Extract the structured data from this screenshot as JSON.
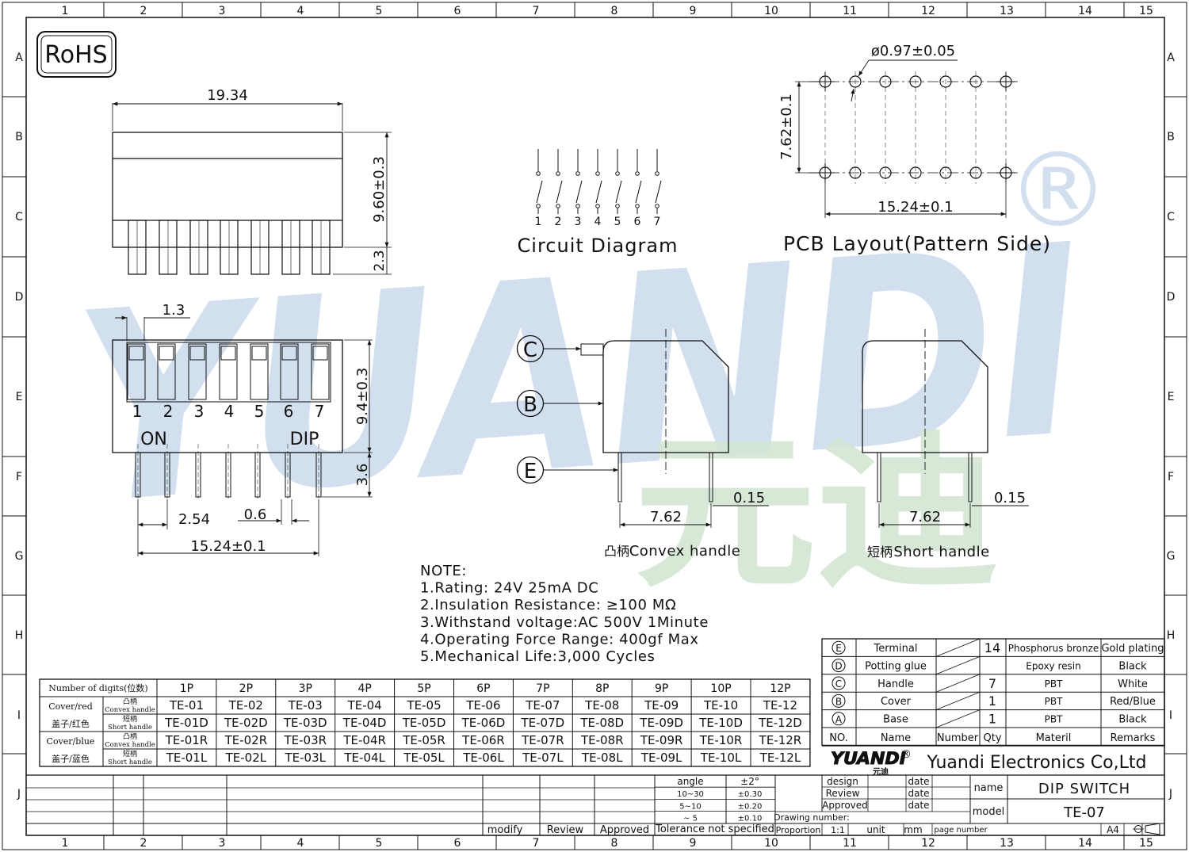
{
  "rohs": "RoHS",
  "registered_mark": "®",
  "watermark": {
    "brand": "YUANDI",
    "chinese": "元迪",
    "brand_color": "#2f6fb3",
    "accent_green": "#6fae3c"
  },
  "border": {
    "cols": [
      "1",
      "2",
      "3",
      "4",
      "5",
      "6",
      "7",
      "8",
      "9",
      "10",
      "11",
      "12",
      "13",
      "14",
      "15"
    ],
    "rows": [
      "A",
      "B",
      "C",
      "D",
      "E",
      "F",
      "G",
      "H",
      "I",
      "J"
    ]
  },
  "side_view": {
    "width": "19.34",
    "height": "9.60±0.3",
    "pin": "2.3"
  },
  "top_view": {
    "pitch_top": "1.3",
    "height": "9.4±0.3",
    "pin": "3.6",
    "pitch": "2.54",
    "pin_width": "0.6",
    "span": "15.24±0.1",
    "positions": [
      "1",
      "2",
      "3",
      "4",
      "5",
      "6",
      "7"
    ],
    "on": "ON",
    "dip": "DIP"
  },
  "circuit": {
    "title": "Circuit Diagram",
    "pins": [
      "1",
      "2",
      "3",
      "4",
      "5",
      "6",
      "7"
    ]
  },
  "pcb": {
    "hole": "ø0.97±0.05",
    "row_spacing": "7.62±0.1",
    "span": "15.24±0.1",
    "title": "PCB Layout(Pattern Side)"
  },
  "callouts": {
    "c": "C",
    "b": "B",
    "e": "E"
  },
  "convex": {
    "pitch": "7.62",
    "thickness": "0.15",
    "label_cn": "凸柄",
    "label_en": "Convex handle"
  },
  "short": {
    "pitch": "7.62",
    "thickness": "0.15",
    "label_cn": "短柄",
    "label_en": "Short handle"
  },
  "notes": [
    "NOTE:",
    "1.Rating: 24V 25mA DC",
    "2.Insulation Resistance: ≥100 MΩ",
    "3.Withstand voltage:AC 500V 1Minute",
    "4.Operating Force Range: 400gf Max",
    "5.Mechanical Life:3,000 Cycles"
  ],
  "model_table": {
    "header_label": "Number of digits(位数)",
    "headers": [
      "1P",
      "2P",
      "3P",
      "4P",
      "5P",
      "6P",
      "7P",
      "8P",
      "9P",
      "10P",
      "12P"
    ],
    "group1": "Cover/red",
    "group1_cn": "盖子/红色",
    "group2": "Cover/blue",
    "group2_cn": "盖子/蓝色",
    "sub_convex_cn": "凸柄",
    "sub_convex": "Convex handle",
    "sub_short_cn": "短柄",
    "sub_short": "Short handle",
    "rows": [
      [
        "TE-01",
        "TE-02",
        "TE-03",
        "TE-04",
        "TE-05",
        "TE-06",
        "TE-07",
        "TE-08",
        "TE-09",
        "TE-10",
        "TE-12"
      ],
      [
        "TE-01D",
        "TE-02D",
        "TE-03D",
        "TE-04D",
        "TE-05D",
        "TE-06D",
        "TE-07D",
        "TE-08D",
        "TE-09D",
        "TE-10D",
        "TE-12D"
      ],
      [
        "TE-01R",
        "TE-02R",
        "TE-03R",
        "TE-04R",
        "TE-05R",
        "TE-06R",
        "TE-07R",
        "TE-08R",
        "TE-09R",
        "TE-10R",
        "TE-12R"
      ],
      [
        "TE-01L",
        "TE-02L",
        "TE-03L",
        "TE-04L",
        "TE-05L",
        "TE-06L",
        "TE-07L",
        "TE-08L",
        "TE-09L",
        "TE-10L",
        "TE-12L"
      ]
    ]
  },
  "bom": {
    "rows": [
      {
        "no": "E",
        "name": "Terminal",
        "number": "",
        "qty": "14",
        "material": "Phosphorus bronze",
        "remarks": "Gold plating"
      },
      {
        "no": "D",
        "name": "Potting glue",
        "number": "",
        "qty": "",
        "material": "Epoxy resin",
        "remarks": "Black"
      },
      {
        "no": "C",
        "name": "Handle",
        "number": "",
        "qty": "7",
        "material": "PBT",
        "remarks": "White"
      },
      {
        "no": "B",
        "name": "Cover",
        "number": "",
        "qty": "1",
        "material": "PBT",
        "remarks": "Red/Blue"
      },
      {
        "no": "A",
        "name": "Base",
        "number": "",
        "qty": "1",
        "material": "PBT",
        "remarks": "Black"
      }
    ],
    "header": {
      "no": "NO.",
      "name": "Name",
      "number": "Number",
      "qty": "Qty",
      "material": "Materil",
      "remarks": "Remarks"
    }
  },
  "title_block": {
    "logo": "YUANDI",
    "logo_cn": "元迪",
    "company": "Yuandi Electronics Co,Ltd",
    "design": "design",
    "review": "Review",
    "approved": "Approved",
    "date": "date",
    "name_label": "name",
    "name_value": "DIP SWITCH",
    "model_label": "model",
    "model_value": "TE-07",
    "drawing_number": "Drawing number:",
    "proportion": "Proportion",
    "proportion_value": "1:1",
    "unit_label": "unit",
    "unit_value": "mm",
    "page_number": "page number",
    "paper": "A4",
    "modify": "modify",
    "review2": "Review",
    "approved2": "Approved",
    "tolerance_label": "Tolerance not specified",
    "tolerance": [
      {
        "range": "angle",
        "value": "±2°"
      },
      {
        "range": "10~30",
        "value": "±0.30"
      },
      {
        "range": "5~10",
        "value": "±0.20"
      },
      {
        "range": "~ 5",
        "value": "±0.10"
      }
    ]
  }
}
